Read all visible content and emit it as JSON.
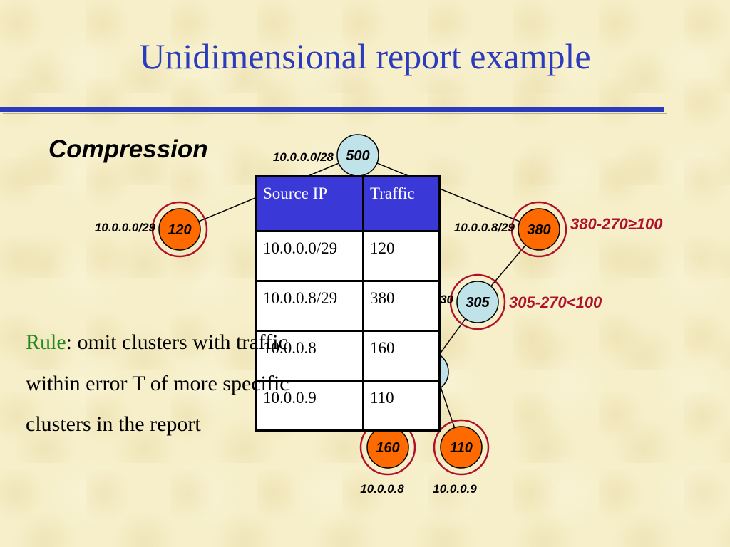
{
  "slide": {
    "title": "Unidimensional report example",
    "subtitle": "Compression"
  },
  "tree": {
    "nodes": {
      "root": {
        "value": "500",
        "prefix": "10.0.0.0/28"
      },
      "left": {
        "value": "120",
        "prefix": "10.0.0.0/29"
      },
      "right": {
        "value": "380",
        "prefix": "10.0.0.8/29"
      },
      "mid": {
        "value": "305",
        "prefix": "10.0.0.8/30"
      },
      "leaf1": {
        "value": "160",
        "prefix": "10.0.0.8"
      },
      "leaf2": {
        "value": "110",
        "prefix": "10.0.0.9"
      }
    },
    "annotations": {
      "right": "380-270≥100",
      "mid": "305-270<100"
    },
    "colors": {
      "reported_fill": "#ff6a00",
      "omitted_fill": "#bfe3e8",
      "ring": "#b0102a",
      "annotation": "#b0102a"
    }
  },
  "report_table": {
    "headers": [
      "Source IP",
      "Traffic"
    ],
    "rows": [
      [
        "10.0.0.0/29",
        "120"
      ],
      [
        "10.0.0.8/29",
        "380"
      ],
      [
        "10.0.0.8",
        "160"
      ],
      [
        "10.0.0.9",
        "110"
      ]
    ]
  },
  "rule": {
    "keyword": "Rule",
    "text": ": omit clusters with traffic within error T of more specific clusters in the report"
  }
}
